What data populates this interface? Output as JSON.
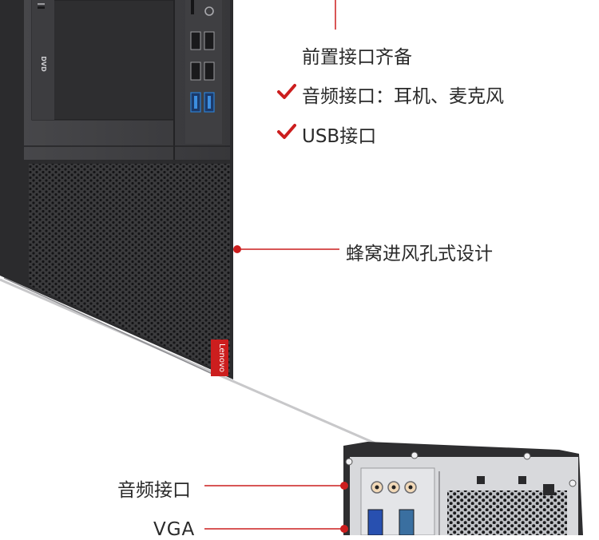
{
  "front_panel_title": "前置接口齐备",
  "features": [
    "音频接口：耳机、麦克风",
    "USB接口"
  ],
  "honeycomb_label": "蜂窝进风孔式设计",
  "rear_labels": {
    "audio": "音频接口",
    "vga": "VGA"
  },
  "brand_logo": "Lenovo",
  "drive_logo": "DVD",
  "colors": {
    "accent": "#cc1e1e",
    "chassis": "#3a3a3c",
    "text": "#2a2a2a",
    "panel_bg": "#dcdde0",
    "usb3_blue": "#2d7fd0"
  }
}
